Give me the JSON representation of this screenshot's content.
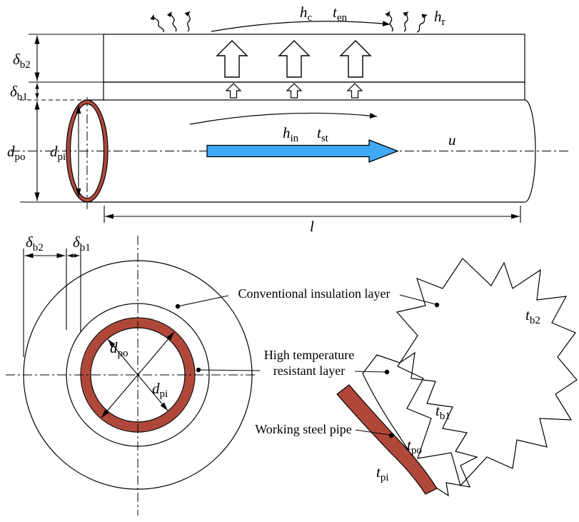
{
  "colors": {
    "insulation_fill": "#FBE8A6",
    "insulation_grid": "#C8922F",
    "resistant_fill": "#D8D8D8",
    "resistant_dot": "#7F7F7F",
    "pipe_red": "#B0483A",
    "flow_blue": "#3FA9F5",
    "line": "#000000"
  },
  "longitudinal": {
    "convection_coeff": {
      "base": "h",
      "sub": "c"
    },
    "ambient_temp": {
      "base": "t",
      "sub": "en"
    },
    "radiation_coeff": {
      "base": "h",
      "sub": "r"
    },
    "thickness_outer": {
      "base": "δ",
      "sub": "b2"
    },
    "thickness_inner": {
      "base": "δ",
      "sub": "b1"
    },
    "pipe_outer_dia": {
      "base": "d",
      "sub": "po"
    },
    "pipe_inner_dia": {
      "base": "d",
      "sub": "pi"
    },
    "inner_coeff": {
      "base": "h",
      "sub": "in"
    },
    "steam_temp": {
      "base": "t",
      "sub": "st"
    },
    "velocity": {
      "base": "u",
      "sub": ""
    },
    "length": {
      "base": "l",
      "sub": ""
    }
  },
  "cross_section": {
    "thickness_outer": {
      "base": "δ",
      "sub": "b2"
    },
    "thickness_inner": {
      "base": "δ",
      "sub": "b1"
    },
    "pipe_outer_dia": {
      "base": "d",
      "sub": "po"
    },
    "pipe_inner_dia": {
      "base": "d",
      "sub": "pi"
    },
    "labels": {
      "conventional_layer": "Conventional insulation layer",
      "resistant_layer_line1": "High temperature",
      "resistant_layer_line2": "resistant layer",
      "steel_pipe": "Working steel pipe"
    },
    "temp_outer_ins": {
      "base": "t",
      "sub": "b2"
    },
    "temp_inner_ins": {
      "base": "t",
      "sub": "b1"
    },
    "temp_pipe_outer": {
      "base": "t",
      "sub": "po"
    },
    "temp_pipe_inner": {
      "base": "t",
      "sub": "pi"
    }
  }
}
